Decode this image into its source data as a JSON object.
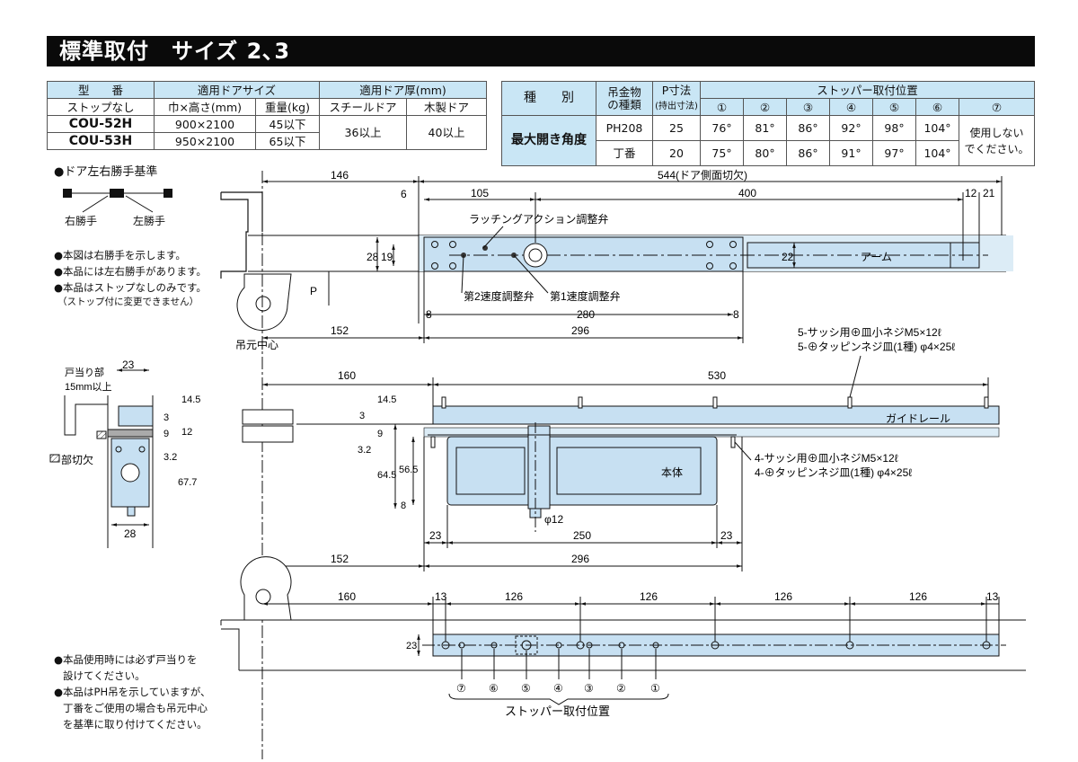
{
  "title": "標準取付　サイズ 2､3",
  "table1": {
    "headers": [
      "型　　番",
      "適用ドアサイズ",
      "適用ドア厚(mm)"
    ],
    "subheaders": [
      "ストップなし",
      "巾×高さ(mm)",
      "重量(kg)",
      "スチールドア",
      "木製ドア"
    ],
    "rows": [
      {
        "model": "COU-52H",
        "size": "900×2100",
        "weight": "45以下"
      },
      {
        "model": "COU-53H",
        "size": "950×2100",
        "weight": "65以下"
      }
    ],
    "steel": "36以上",
    "wood": "40以上"
  },
  "table2": {
    "h_kind": "種　　別",
    "h_hardware": "吊金物\nの種類",
    "h_hardware_1": "吊金物",
    "h_hardware_2": "の種類",
    "h_p1": "P寸法",
    "h_p2": "(持出寸法)",
    "h_stopper": "ストッパー取付位置",
    "positions": [
      "①",
      "②",
      "③",
      "④",
      "⑤",
      "⑥",
      "⑦"
    ],
    "row_label": "最大開き角度",
    "rows": [
      {
        "hardware": "PH208",
        "p": "25",
        "angles": [
          "76°",
          "81°",
          "86°",
          "92°",
          "98°",
          "104°"
        ]
      },
      {
        "hardware": "丁番",
        "p": "20",
        "angles": [
          "75°",
          "80°",
          "86°",
          "91°",
          "97°",
          "104°"
        ]
      }
    ],
    "pos7_1": "使用しない",
    "pos7_2": "でください。"
  },
  "left_notes": {
    "door_ref": "●ドア左右勝手基準",
    "right_hand": "右勝手",
    "left_hand": "左勝手",
    "n1": "●本図は右勝手を示します。",
    "n2": "●本品には左右勝手があります。",
    "n3": "●本品はストップなしのみです。",
    "n4": "（ストップ付に変更できません）",
    "b1": "●本品使用時には必ず戸当りを",
    "b2": "設けてください。",
    "b3": "●本品はPH吊を示していますが、",
    "b4": "丁番をご使用の場合も吊元中心",
    "b5": "を基準に取り付けてください。"
  },
  "section": {
    "stop_label1": "戸当り部",
    "stop_label2": "15mm以上",
    "cutout": "部切欠",
    "d23": "23",
    "d14_5": "14.5",
    "d3": "3",
    "d9": "9",
    "d12": "12",
    "d3_2": "3.2",
    "d67_7": "67.7",
    "d28": "28"
  },
  "top_view": {
    "d146": "146",
    "d544": "544(ドア側面切欠)",
    "d6": "6",
    "d105": "105",
    "d400": "400",
    "d12": "12",
    "d21": "21",
    "d28": "28",
    "d19": "19",
    "d22": "22",
    "p": "P",
    "latch": "ラッチングアクション調整弁",
    "arm": "アーム",
    "speed2": "第2速度調整弁",
    "speed1": "第1速度調整弁",
    "d8a": "8",
    "d280": "280",
    "d8b": "8",
    "d152": "152",
    "d296": "296",
    "hinge_center": "吊元中心",
    "screw1": "5-サッシ用⊕皿小ネジM5×12ℓ",
    "screw2": "5-⊕タッピンネジ皿(1種) φ4×25ℓ"
  },
  "side_view": {
    "d160": "160",
    "d530": "530",
    "d14_5": "14.5",
    "d3": "3",
    "d9": "9",
    "d3_2": "3.2",
    "d64_5": "64.5",
    "d56_5": "56.5",
    "d8": "8",
    "guide": "ガイドレール",
    "body": "本体",
    "phi12": "φ12",
    "d23a": "23",
    "d250": "250",
    "d23b": "23",
    "d152": "152",
    "d296": "296",
    "screw1": "4-サッシ用⊕皿小ネジM5×12ℓ",
    "screw2": "4-⊕タッピンネジ皿(1種) φ4×25ℓ"
  },
  "bottom_view": {
    "d160": "160",
    "d13a": "13",
    "d126": [
      "126",
      "126",
      "126",
      "126"
    ],
    "d13b": "13",
    "d23": "23",
    "stops": [
      "⑦",
      "⑥",
      "⑤",
      "④",
      "③",
      "②",
      "①"
    ],
    "stop_caption": "ストッパー取付位置"
  }
}
